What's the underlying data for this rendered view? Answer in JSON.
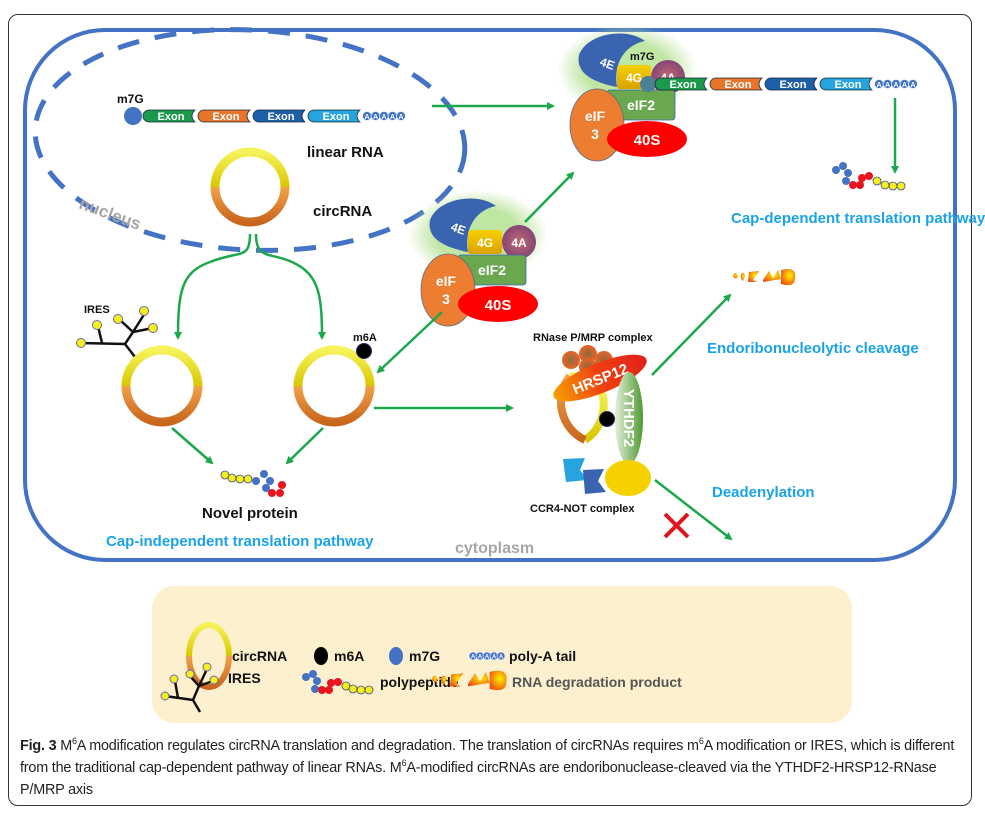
{
  "figure": {
    "labels": {
      "m7g_top": "m7G",
      "m7g_right": "m7G",
      "exon": "Exon",
      "polya_letter": "A",
      "linear_rna": "linear RNA",
      "circrna": "circRNA",
      "nucleus": "nucleus",
      "cytoplasm": "cytoplasm",
      "ires": "IRES",
      "m6a": "m6A",
      "novel_protein": "Novel protein",
      "cap_independent": "Cap-independent translation pathway",
      "cap_dependent": "Cap-dependent translation pathway",
      "endo_cleavage": "Endoribonucleolytic cleavage",
      "deadenylation": "Deadenylation",
      "rnase_complex": "RNase P/MRP complex",
      "ccr4_complex": "CCR4-NOT complex",
      "hrsp12": "HRSP12",
      "ythdf2": "YTHDF2"
    },
    "complex_factors": {
      "f4e": "4E",
      "f4g": "4G",
      "f4a": "4A",
      "eif3_line1": "eIF",
      "eif3_line2": "3",
      "eif2": "eIF2",
      "s40": "40S"
    },
    "exon_colors": [
      "#1a9a4a",
      "#e8742a",
      "#1e5fa8",
      "#27a4e0"
    ],
    "colors": {
      "membrane": "#4472c4",
      "arrow": "#1aa84a",
      "accent_text": "#1aa3e8",
      "legend_bg": "#fdf0cf",
      "inhibit": "#e0141e"
    }
  },
  "legend": {
    "items": [
      {
        "label": "circRNA"
      },
      {
        "label": "m6A"
      },
      {
        "label": "m7G"
      },
      {
        "label": "poly-A tail"
      },
      {
        "label": "IRES"
      },
      {
        "label": "polypeptide"
      },
      {
        "label": "RNA degradation product"
      }
    ]
  },
  "caption": {
    "fig_label": "Fig. 3",
    "part1": " M",
    "sup1": "6",
    "part2": "A modification regulates circRNA translation and degradation. The translation of circRNAs requires m",
    "sup2": "6",
    "part3": "A modification or IRES, which is different from the traditional cap-dependent pathway of linear RNAs. M",
    "sup3": "6",
    "part4": "A-modified circRNAs are endoribonuclease-cleaved via the YTHDF2-HRSP12-RNase P/MRP axis"
  }
}
